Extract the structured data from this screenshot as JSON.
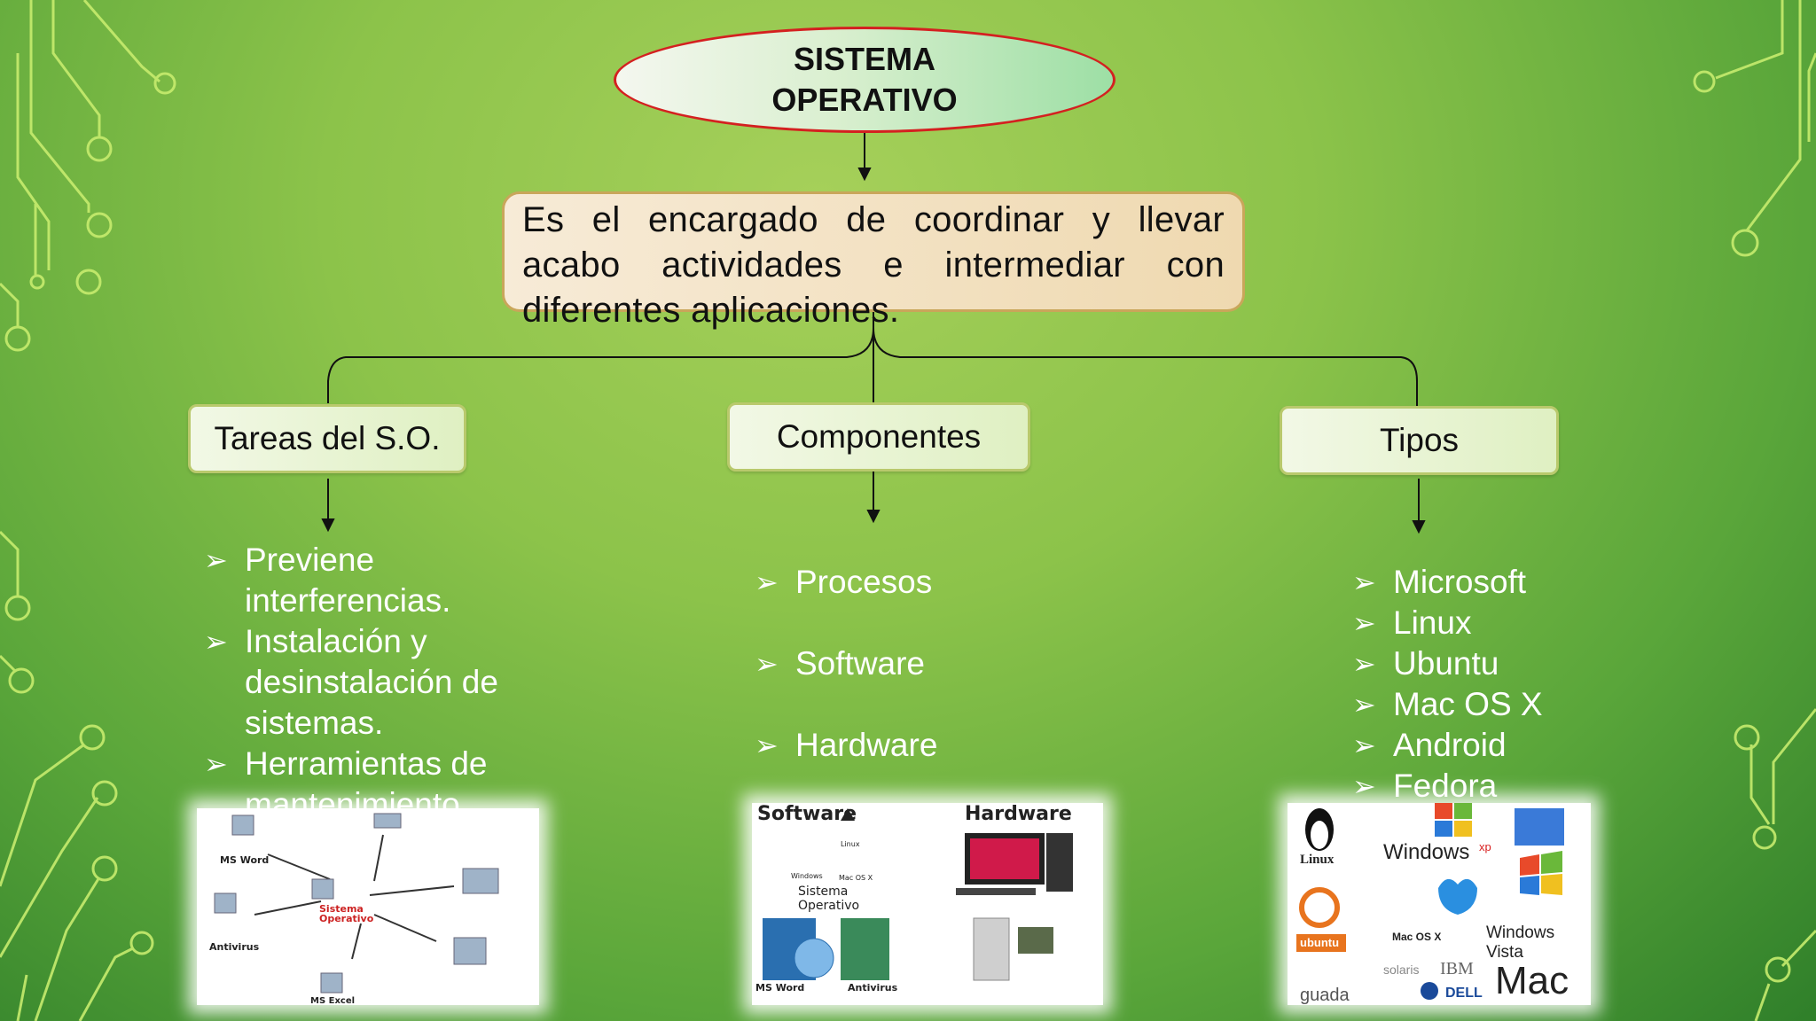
{
  "title": "SISTEMA\nOPERATIVO",
  "definition": "Es el encargado de coordinar y llevar acabo actividades e intermediar con diferentes aplicaciones.",
  "categories": [
    {
      "label": "Tareas del S.O.",
      "items": [
        "Previene interferencias.",
        "Instalación y desinstalación de sistemas.",
        "Herramientas de mantenimiento."
      ]
    },
    {
      "label": "Componentes",
      "items": [
        "Procesos",
        "Software",
        "Hardware"
      ]
    },
    {
      "label": "Tipos",
      "items": [
        "Microsoft",
        "Linux",
        "Ubuntu",
        "Mac OS X",
        "Android",
        "Fedora"
      ]
    }
  ],
  "images": {
    "tasks": {
      "labels": [
        "MS Word",
        "Sistema Operativo",
        "Antivirus",
        "MS Excel"
      ]
    },
    "components": {
      "software_heading": "Software",
      "hardware_heading": "Hardware",
      "labels": [
        "Sistema Operativo",
        "MS Word",
        "Antivirus",
        "Linux",
        "Mac OS X",
        "Windows"
      ]
    },
    "types": {
      "labels": [
        "Linux",
        "Windows",
        "xp",
        "ubuntu",
        "Mac OS X",
        "Windows Vista",
        "solaris",
        "IBM",
        "Mac",
        "DELL",
        "guada"
      ]
    }
  },
  "colors": {
    "title_border": "#d42020",
    "background": "#8cc34a",
    "definition_border": "#c9a65a"
  }
}
